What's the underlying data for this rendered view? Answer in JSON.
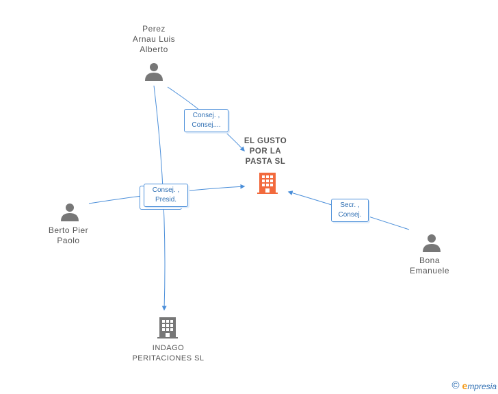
{
  "nodes": {
    "perez": {
      "label": "Perez\nArnau Luis\nAlberto",
      "icon": "person-icon"
    },
    "berto": {
      "label": "Berto Pier\nPaolo",
      "icon": "person-icon"
    },
    "bona": {
      "label": "Bona\nEmanuele",
      "icon": "person-icon"
    },
    "gusto": {
      "label": "EL GUSTO\nPOR LA\nPASTA  SL",
      "icon": "building-icon",
      "color": "#f26a3d"
    },
    "indago": {
      "label": "INDAGO\nPERITACIONES SL",
      "icon": "building-icon",
      "color": "#777777"
    }
  },
  "edges": {
    "perez_gusto": "Consej. ,\nConsej....",
    "berto_gusto": "Consej. ,\nPresid.",
    "bona_gusto": "Secr. ,\nConsej."
  },
  "colors": {
    "edge": "#4a8ed9",
    "person": "#777777"
  },
  "watermark": {
    "copyright": "©",
    "brand_e": "e",
    "brand_rest": "mpresia"
  }
}
